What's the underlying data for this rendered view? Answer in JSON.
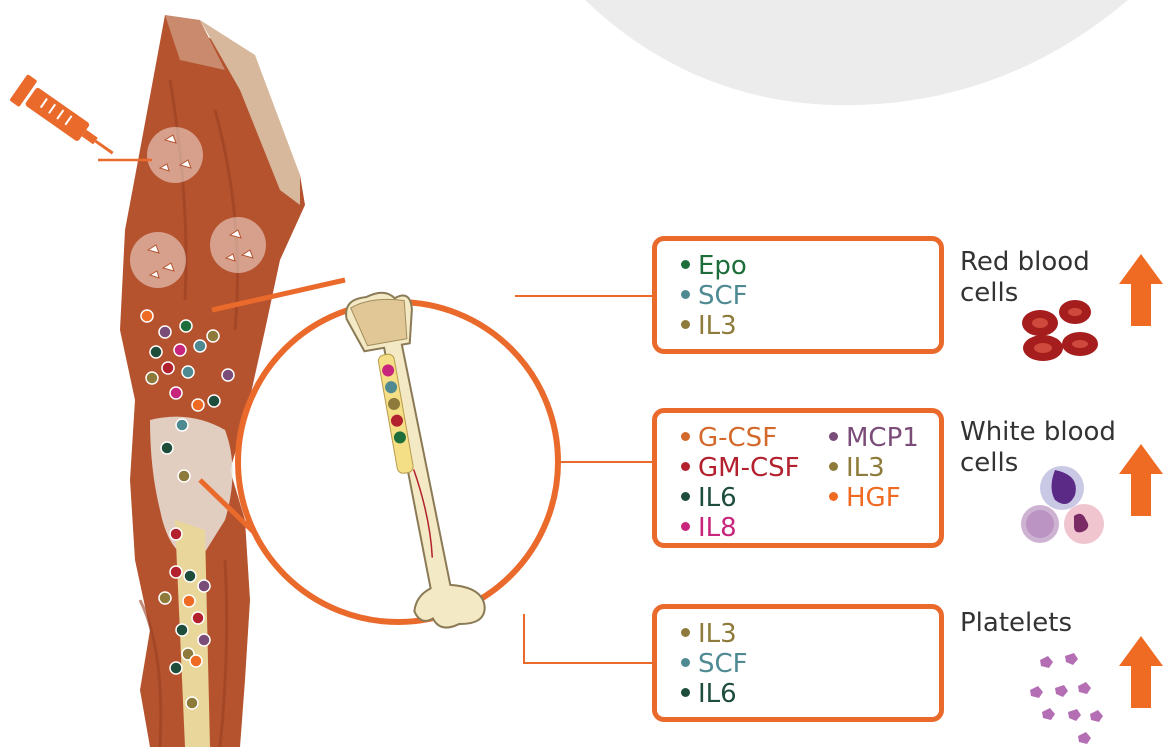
{
  "colors": {
    "orange": "#ea6a2c",
    "muscle": "#b5532f",
    "bone": "#f3e9c4",
    "epo": "#1e6e3c",
    "scf": "#4f8a93",
    "il3": "#8e7b3b",
    "gcsf": "#d36a2c",
    "gmcsf": "#b3202e",
    "il6": "#1f4d3b",
    "il8": "#c8267c",
    "mcp1": "#7a4c78",
    "hgf": "#ef6a22"
  },
  "boxes": {
    "red": {
      "items": [
        "Epo",
        "SCF",
        "IL3"
      ]
    },
    "white": {
      "items": [
        "G-CSF",
        "MCP1",
        "GM-CSF",
        "IL3",
        "IL6",
        "HGF",
        "IL8"
      ]
    },
    "platelets": {
      "items": [
        "IL3",
        "SCF",
        "IL6"
      ]
    }
  },
  "labels": {
    "red_line1": "Red blood",
    "red_line2": "cells",
    "white_line1": "White blood",
    "white_line2": "cells",
    "platelets": "Platelets"
  },
  "icons": {
    "syringe": "syringe-icon",
    "up_arrow": "up-arrow-icon",
    "bone": "femur-bone-illustration",
    "leg": "leg-muscle-illustration"
  }
}
